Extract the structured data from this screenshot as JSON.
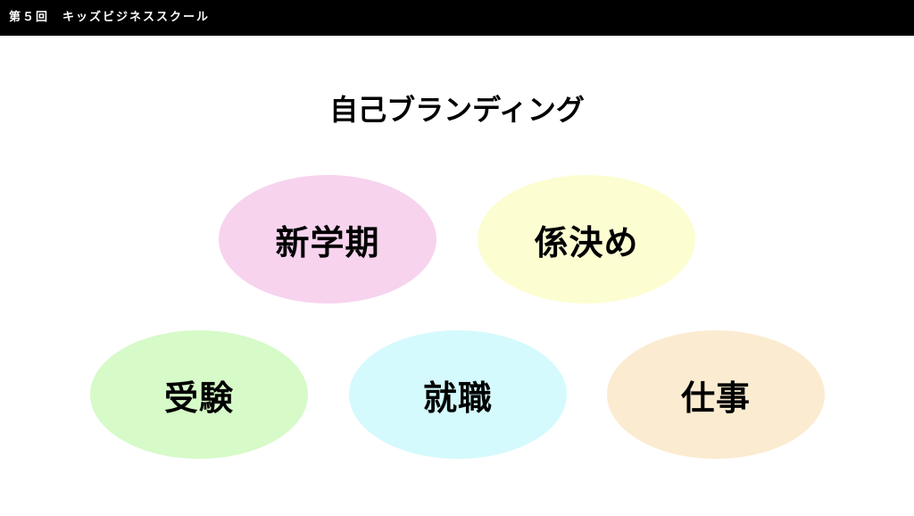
{
  "header": {
    "text": "第５回　キッズビジネススクール"
  },
  "title": "自己ブランディング",
  "bubbles": [
    {
      "label": "新学期",
      "color": "#f7d3ee"
    },
    {
      "label": "係決め",
      "color": "#fdfdd2"
    },
    {
      "label": "受験",
      "color": "#d6fac8"
    },
    {
      "label": "就職",
      "color": "#d4fafd"
    },
    {
      "label": "仕事",
      "color": "#fbebd0"
    }
  ],
  "colors": {
    "header_bg": "#000000",
    "header_text": "#ffffff",
    "background": "#ffffff"
  }
}
